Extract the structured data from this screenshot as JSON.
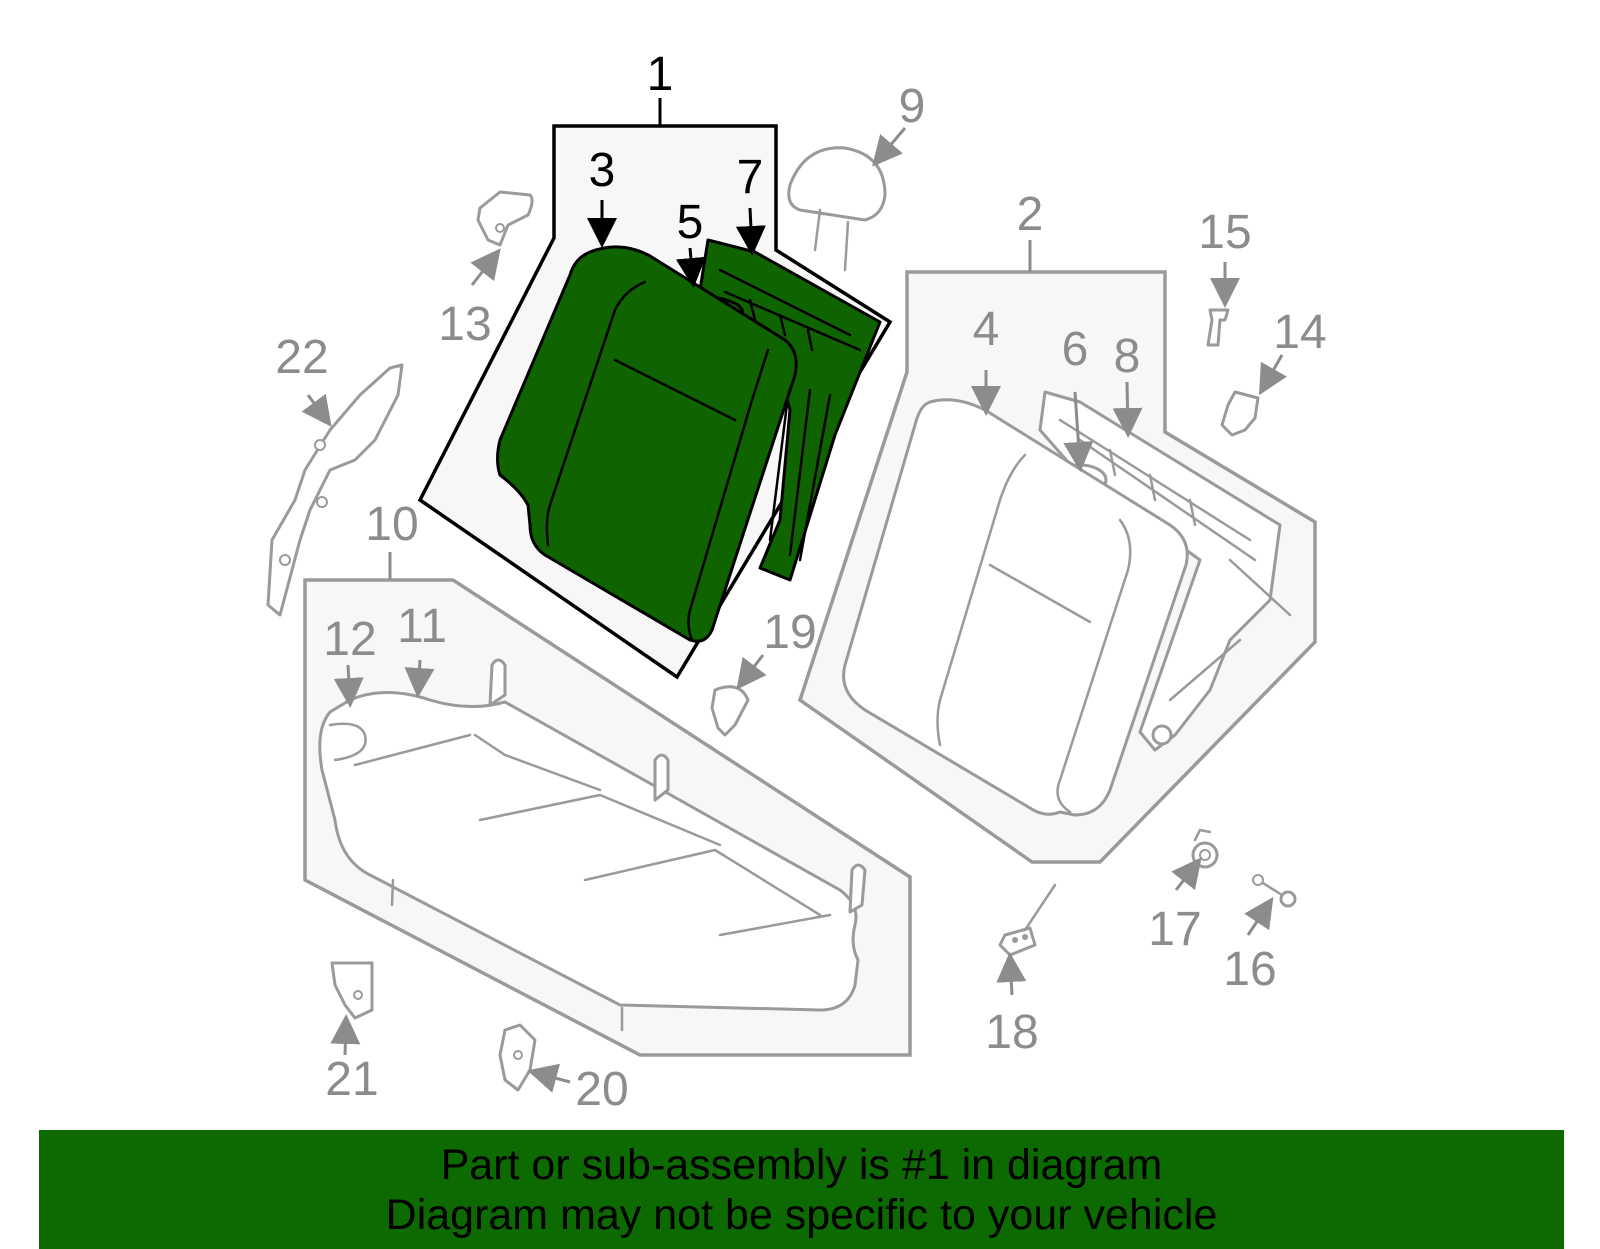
{
  "diagram": {
    "highlight_color": "#0f6400",
    "highlighted_part": "1",
    "callouts": [
      {
        "id": "1",
        "label": "1"
      },
      {
        "id": "2",
        "label": "2"
      },
      {
        "id": "3",
        "label": "3"
      },
      {
        "id": "4",
        "label": "4"
      },
      {
        "id": "5",
        "label": "5"
      },
      {
        "id": "6",
        "label": "6"
      },
      {
        "id": "7",
        "label": "7"
      },
      {
        "id": "8",
        "label": "8"
      },
      {
        "id": "9",
        "label": "9"
      },
      {
        "id": "10",
        "label": "10"
      },
      {
        "id": "11",
        "label": "11"
      },
      {
        "id": "12",
        "label": "12"
      },
      {
        "id": "13",
        "label": "13"
      },
      {
        "id": "14",
        "label": "14"
      },
      {
        "id": "15",
        "label": "15"
      },
      {
        "id": "16",
        "label": "16"
      },
      {
        "id": "17",
        "label": "17"
      },
      {
        "id": "18",
        "label": "18"
      },
      {
        "id": "19",
        "label": "19"
      },
      {
        "id": "20",
        "label": "20"
      },
      {
        "id": "21",
        "label": "21"
      },
      {
        "id": "22",
        "label": "22"
      }
    ]
  },
  "banner": {
    "line1": "Part or sub-assembly is #1 in diagram",
    "line2": "Diagram may not be specific to your vehicle",
    "background": "#0d6a00"
  }
}
